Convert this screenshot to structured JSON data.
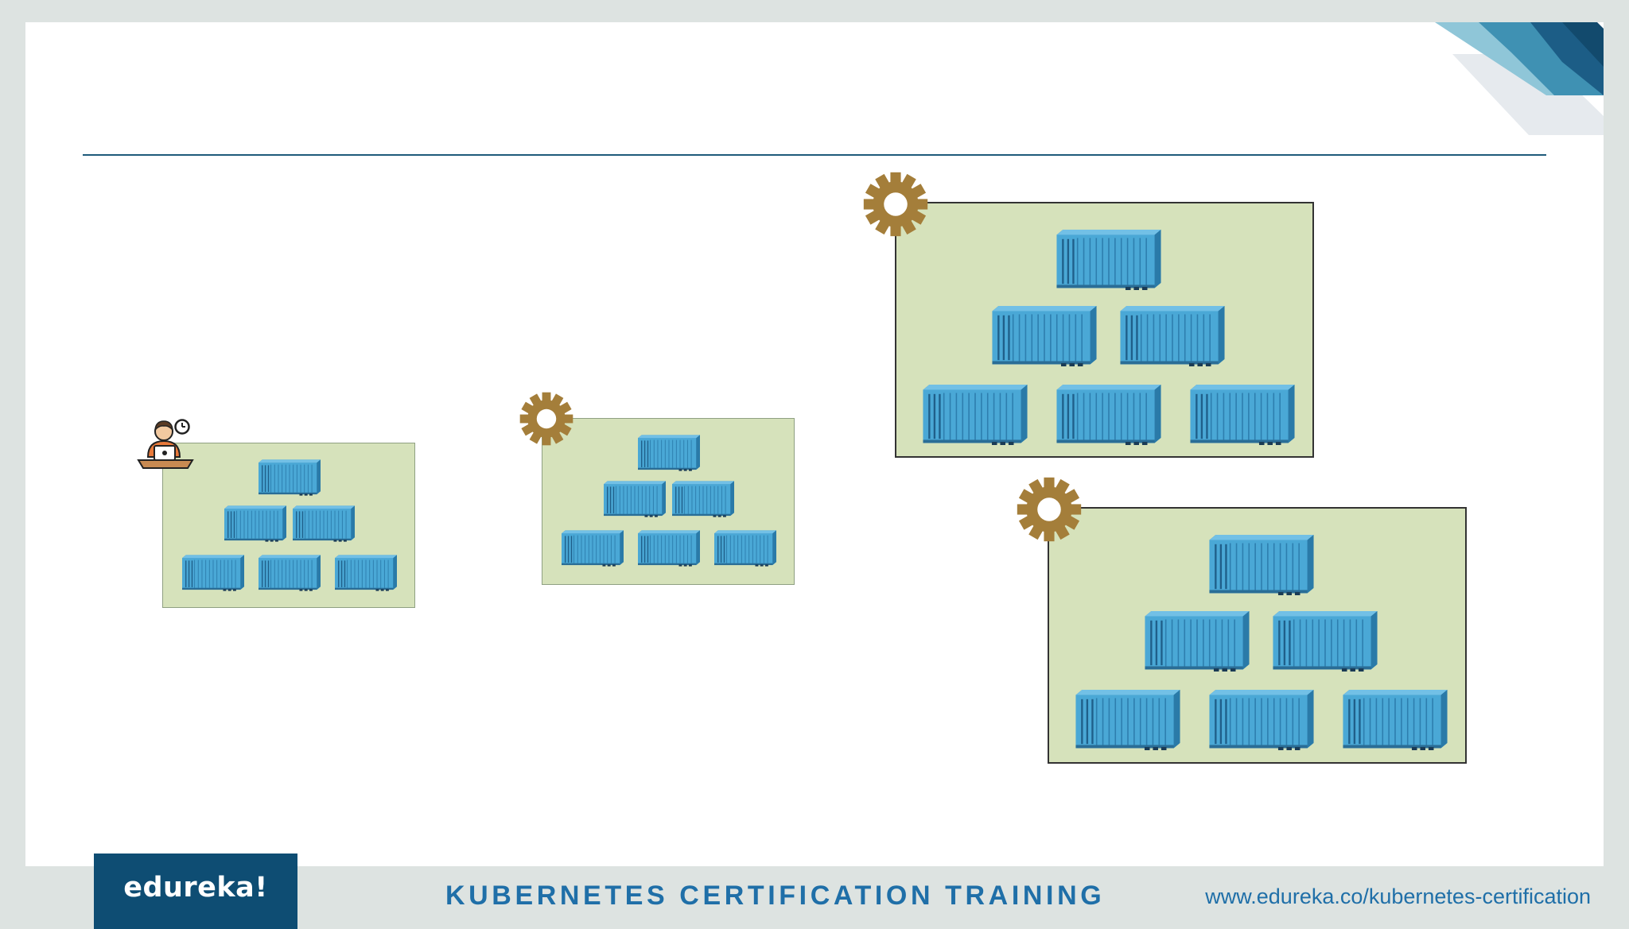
{
  "footer": {
    "logo": "edureka!",
    "course": "KUBERNETES CERTIFICATION TRAINING",
    "url": "www.edureka.co/kubernetes-certification"
  },
  "colors": {
    "accent_blue": "#1f6fa8",
    "logo_bg": "#0e4d73",
    "machine_fill": "#d6e2bb",
    "gear": "#a47e3a",
    "container": "#4aa8d6"
  },
  "diagram": {
    "groups": [
      {
        "name": "developer-machine",
        "icon": "developer-icon",
        "containers": 6
      },
      {
        "name": "node-small",
        "icon": "gear-icon",
        "containers": 6
      },
      {
        "name": "node-large-top",
        "icon": "gear-icon",
        "containers": 6
      },
      {
        "name": "node-large-bottom",
        "icon": "gear-icon",
        "containers": 6
      }
    ]
  }
}
